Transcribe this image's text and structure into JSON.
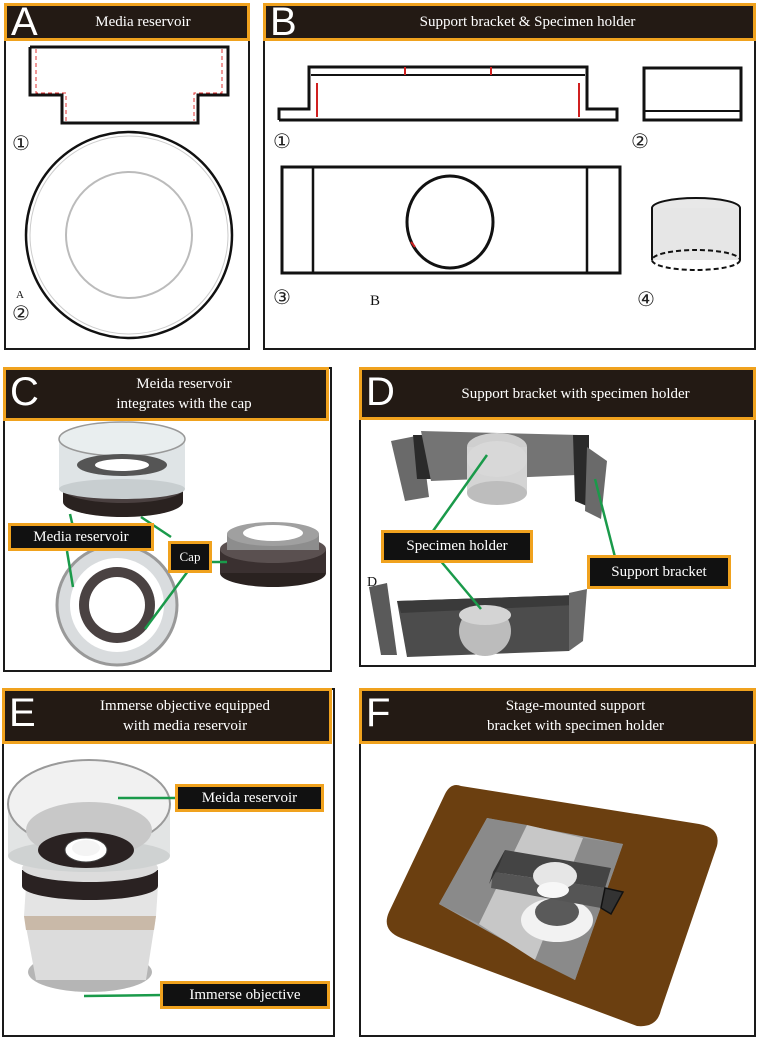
{
  "panels": {
    "a": {
      "letter": "A",
      "title": "Media reservoir",
      "num1": "①",
      "num2": "②",
      "stray": "A"
    },
    "b": {
      "letter": "B",
      "title": "Support bracket & Specimen holder",
      "num1": "①",
      "num2": "②",
      "num3": "③",
      "num4": "④",
      "stray": "B"
    },
    "c": {
      "letter": "C",
      "title": "Meida reservoir\nintegrates with the cap",
      "callout_reservoir": "Media reservoir",
      "callout_cap": "Cap"
    },
    "d": {
      "letter": "D",
      "title": "Support bracket with specimen holder",
      "callout_holder": "Specimen  holder",
      "callout_bracket": "Support bracket",
      "stray": "D"
    },
    "e": {
      "letter": "E",
      "title": "Immerse objective equipped\nwith media reservoir",
      "callout_reservoir": "Meida reservoir",
      "callout_objective": "Immerse objective"
    },
    "f": {
      "letter": "F",
      "title": "Stage-mounted support\nbracket with specimen holder"
    }
  },
  "colors": {
    "header_bg": "#231a14",
    "header_border": "#f0a21e",
    "leader": "#1a9a4a",
    "stage": "#6b3f10"
  }
}
